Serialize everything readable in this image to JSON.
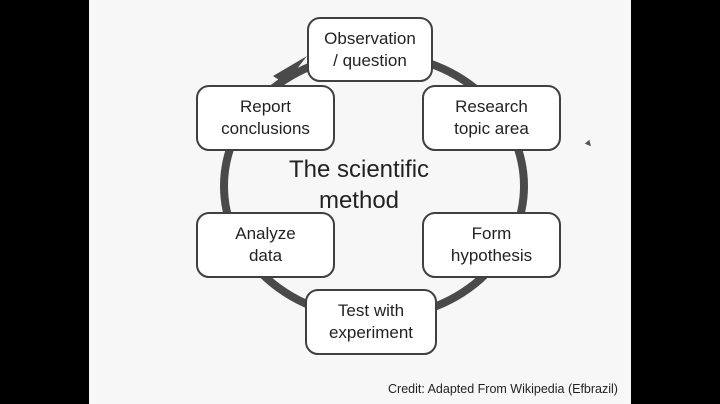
{
  "colors": {
    "background": "#000000",
    "slide": "#f7f7f7",
    "node_border": "#404040",
    "cycle_line": "#4a4a4a",
    "text": "#222222"
  },
  "diagram": {
    "title": "The scientific\nmethod",
    "nodes": [
      {
        "id": "observation",
        "label": "Observation\n/ question"
      },
      {
        "id": "research",
        "label": "Research\ntopic area"
      },
      {
        "id": "hypothesis",
        "label": "Form\nhypothesis"
      },
      {
        "id": "test",
        "label": "Test with\nexperiment"
      },
      {
        "id": "analyze",
        "label": "Analyze\ndata"
      },
      {
        "id": "report",
        "label": "Report\nconclusions"
      }
    ],
    "arrow": {
      "from": "report",
      "to": "observation",
      "icon": "arrowhead-icon"
    }
  },
  "credit": "Credit: Adapted From Wikipedia (Efbrazil)"
}
